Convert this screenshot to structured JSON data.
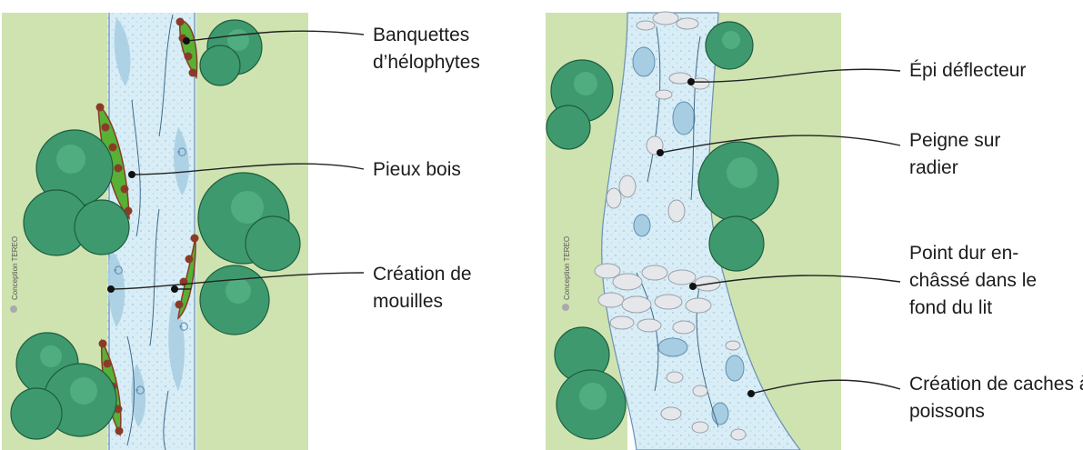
{
  "credit": "Conception TEREO",
  "left_panel": {
    "labels": [
      {
        "id": "banquettes",
        "lines": [
          "Banquettes",
          "d’hélophytes"
        ]
      },
      {
        "id": "pieux",
        "lines": [
          "Pieux bois"
        ]
      },
      {
        "id": "mouilles",
        "lines": [
          "Création de",
          "mouilles"
        ]
      }
    ]
  },
  "right_panel": {
    "labels": [
      {
        "id": "epi",
        "lines": [
          "Épi déflecteur"
        ]
      },
      {
        "id": "peigne",
        "lines": [
          "Peigne sur",
          "radier"
        ]
      },
      {
        "id": "pointdur",
        "lines": [
          "Point dur en-",
          "châssé dans le",
          "fond du lit"
        ]
      },
      {
        "id": "caches",
        "lines": [
          "Création de caches à",
          "poissons"
        ]
      }
    ]
  },
  "colors": {
    "bank": "#cfe3b1",
    "water": "#d8edf6",
    "water_deep": "#a7cde2",
    "helophyte": "#58b135",
    "bush": "#3e9a6e",
    "bush_light": "#5dbb8c",
    "stake": "#8a3b28",
    "stone": "#e6e7ea"
  }
}
